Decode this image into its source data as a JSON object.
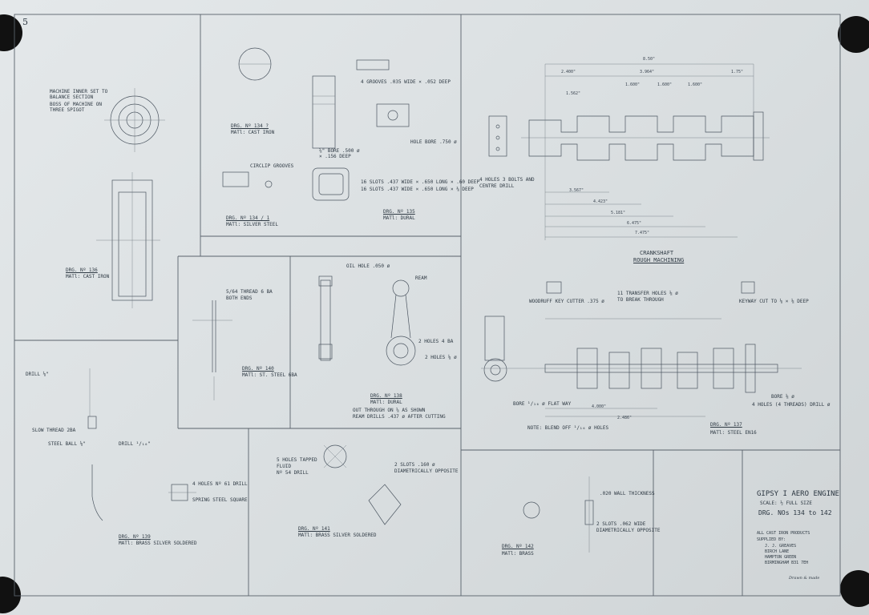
{
  "sheet_number": "5",
  "title_block": {
    "title": "GIPSY I AERO ENGINE",
    "scale": "SCALE: ½ FULL SIZE",
    "drg_no": "DRG. NOs 134 to 142",
    "note": "ALL CAST IRON PRODUCTS",
    "supplied_by": "SUPPLIED BY:",
    "supplier_lines": [
      "J. J. GREAVES",
      "BIRCH LANE",
      "HAMPTON GREEN",
      "BIRMINGHAM B31 7EH"
    ],
    "signature": "Drawn & made"
  },
  "drawings": [
    {
      "id": "136",
      "notes": [
        "MACHINE INNER SET TO",
        "BALANCE SECTION",
        "BOSS OF MACHINE ON",
        "THREE SPIGOT"
      ],
      "label": "DRG. Nº 136",
      "material": "MATl: CAST IRON"
    },
    {
      "id": "139",
      "label": "DRG. Nº 139",
      "material": "MATl: BRASS SILVER SOLDERED",
      "notes": [
        "DRILL ⅛\"",
        "SLOW THREAD 2BA",
        "STEEL BALL ⅛\"",
        "DRILL ¹/₁₆\"",
        "4 HOLES Nº 61 DRILL",
        "SPRING STEEL SQUARE"
      ]
    },
    {
      "id": "134",
      "label": "DRG. Nº 134 ?",
      "material": "MATl: CAST IRON",
      "notes": [
        "4 GROOVES .035 WIDE × .052 DEEP",
        "HOLE BORE .750 ø",
        "⅝\" BORE .500 ø",
        "× .156 DEEP"
      ]
    },
    {
      "id": "134A",
      "label": "DRG. Nº 134 / 1",
      "material": "MATl: SILVER STEEL",
      "notes": [
        "CIRCLIP GROOVES"
      ]
    },
    {
      "id": "135",
      "label": "DRG. Nº 135",
      "material": "MATl: DURAL",
      "notes": [
        "16 SLOTS .437 WIDE × .650 LONG × .60 DEEP",
        "16 SLOTS .437 WIDE × .650 LONG × ⅜ DEEP"
      ]
    },
    {
      "id": "140",
      "label": "DRG. Nº 140",
      "material": "MATl: ST. STEEL 6BA",
      "notes": [
        "5/64 THREAD 6 BA",
        "BOTH ENDS"
      ]
    },
    {
      "id": "138",
      "label": "DRG. Nº 138",
      "material": "MATl: DURAL",
      "notes": [
        "OIL HOLE .050 ø",
        "REAM",
        "2 HOLES 4 BA",
        "2 HOLES ⅛ ø",
        "OUT THROUGH ON ⅝ AS SHOWN",
        "REAM DRILLS .437 ø AFTER CUTTING"
      ]
    },
    {
      "id": "137",
      "label": "DRG. Nº 137",
      "material": "MATl: STEEL EN16",
      "notes": [
        "CRANKSHAFT",
        "ROUGH MACHINING",
        "4 HOLES 3 BOLTS AND",
        "CENTRE DRILL",
        "11 TRANSFER HOLES ⅛ ø",
        "TO BREAK THROUGH",
        "WOODRUFF KEY CUTTER .375 ø",
        "KEYWAY CUT TO ⅛ × ⅛ DEEP",
        "NOTE: BLEND OFF ¹/₁₆ ø HOLES",
        "BORE ¹/₁₆ ø FLAT WAY",
        "BORE ⅛ ø",
        "4 HOLES (4 THREADS) DRILL ø"
      ]
    },
    {
      "id": "141",
      "label": "DRG. Nº 141",
      "material": "MATl: BRASS SILVER SOLDERED",
      "notes": [
        "5 HOLES TAPPED",
        "FLUID",
        "Nº 54 DRILL",
        "2 SLOTS .160 ø",
        "DIAMETRICALLY OPPOSITE"
      ]
    },
    {
      "id": "142",
      "label": "DRG. Nº 142",
      "material": "MATl: BRASS",
      "notes": [
        ".020 WALL THICKNESS",
        "2 SLOTS .062 WIDE",
        "DIAMETRICALLY OPPOSITE"
      ]
    }
  ],
  "crank_dims": [
    "8.50\"",
    "2.400\"",
    "3.964\"",
    "1.75\"",
    "1.562\"",
    "1.600\"",
    "1.600\"",
    "1.600\"",
    "3.567\"",
    "4.423\"",
    "5.181\"",
    "6.475\"",
    "7.475\"",
    "2.486\"",
    "4.000\""
  ]
}
